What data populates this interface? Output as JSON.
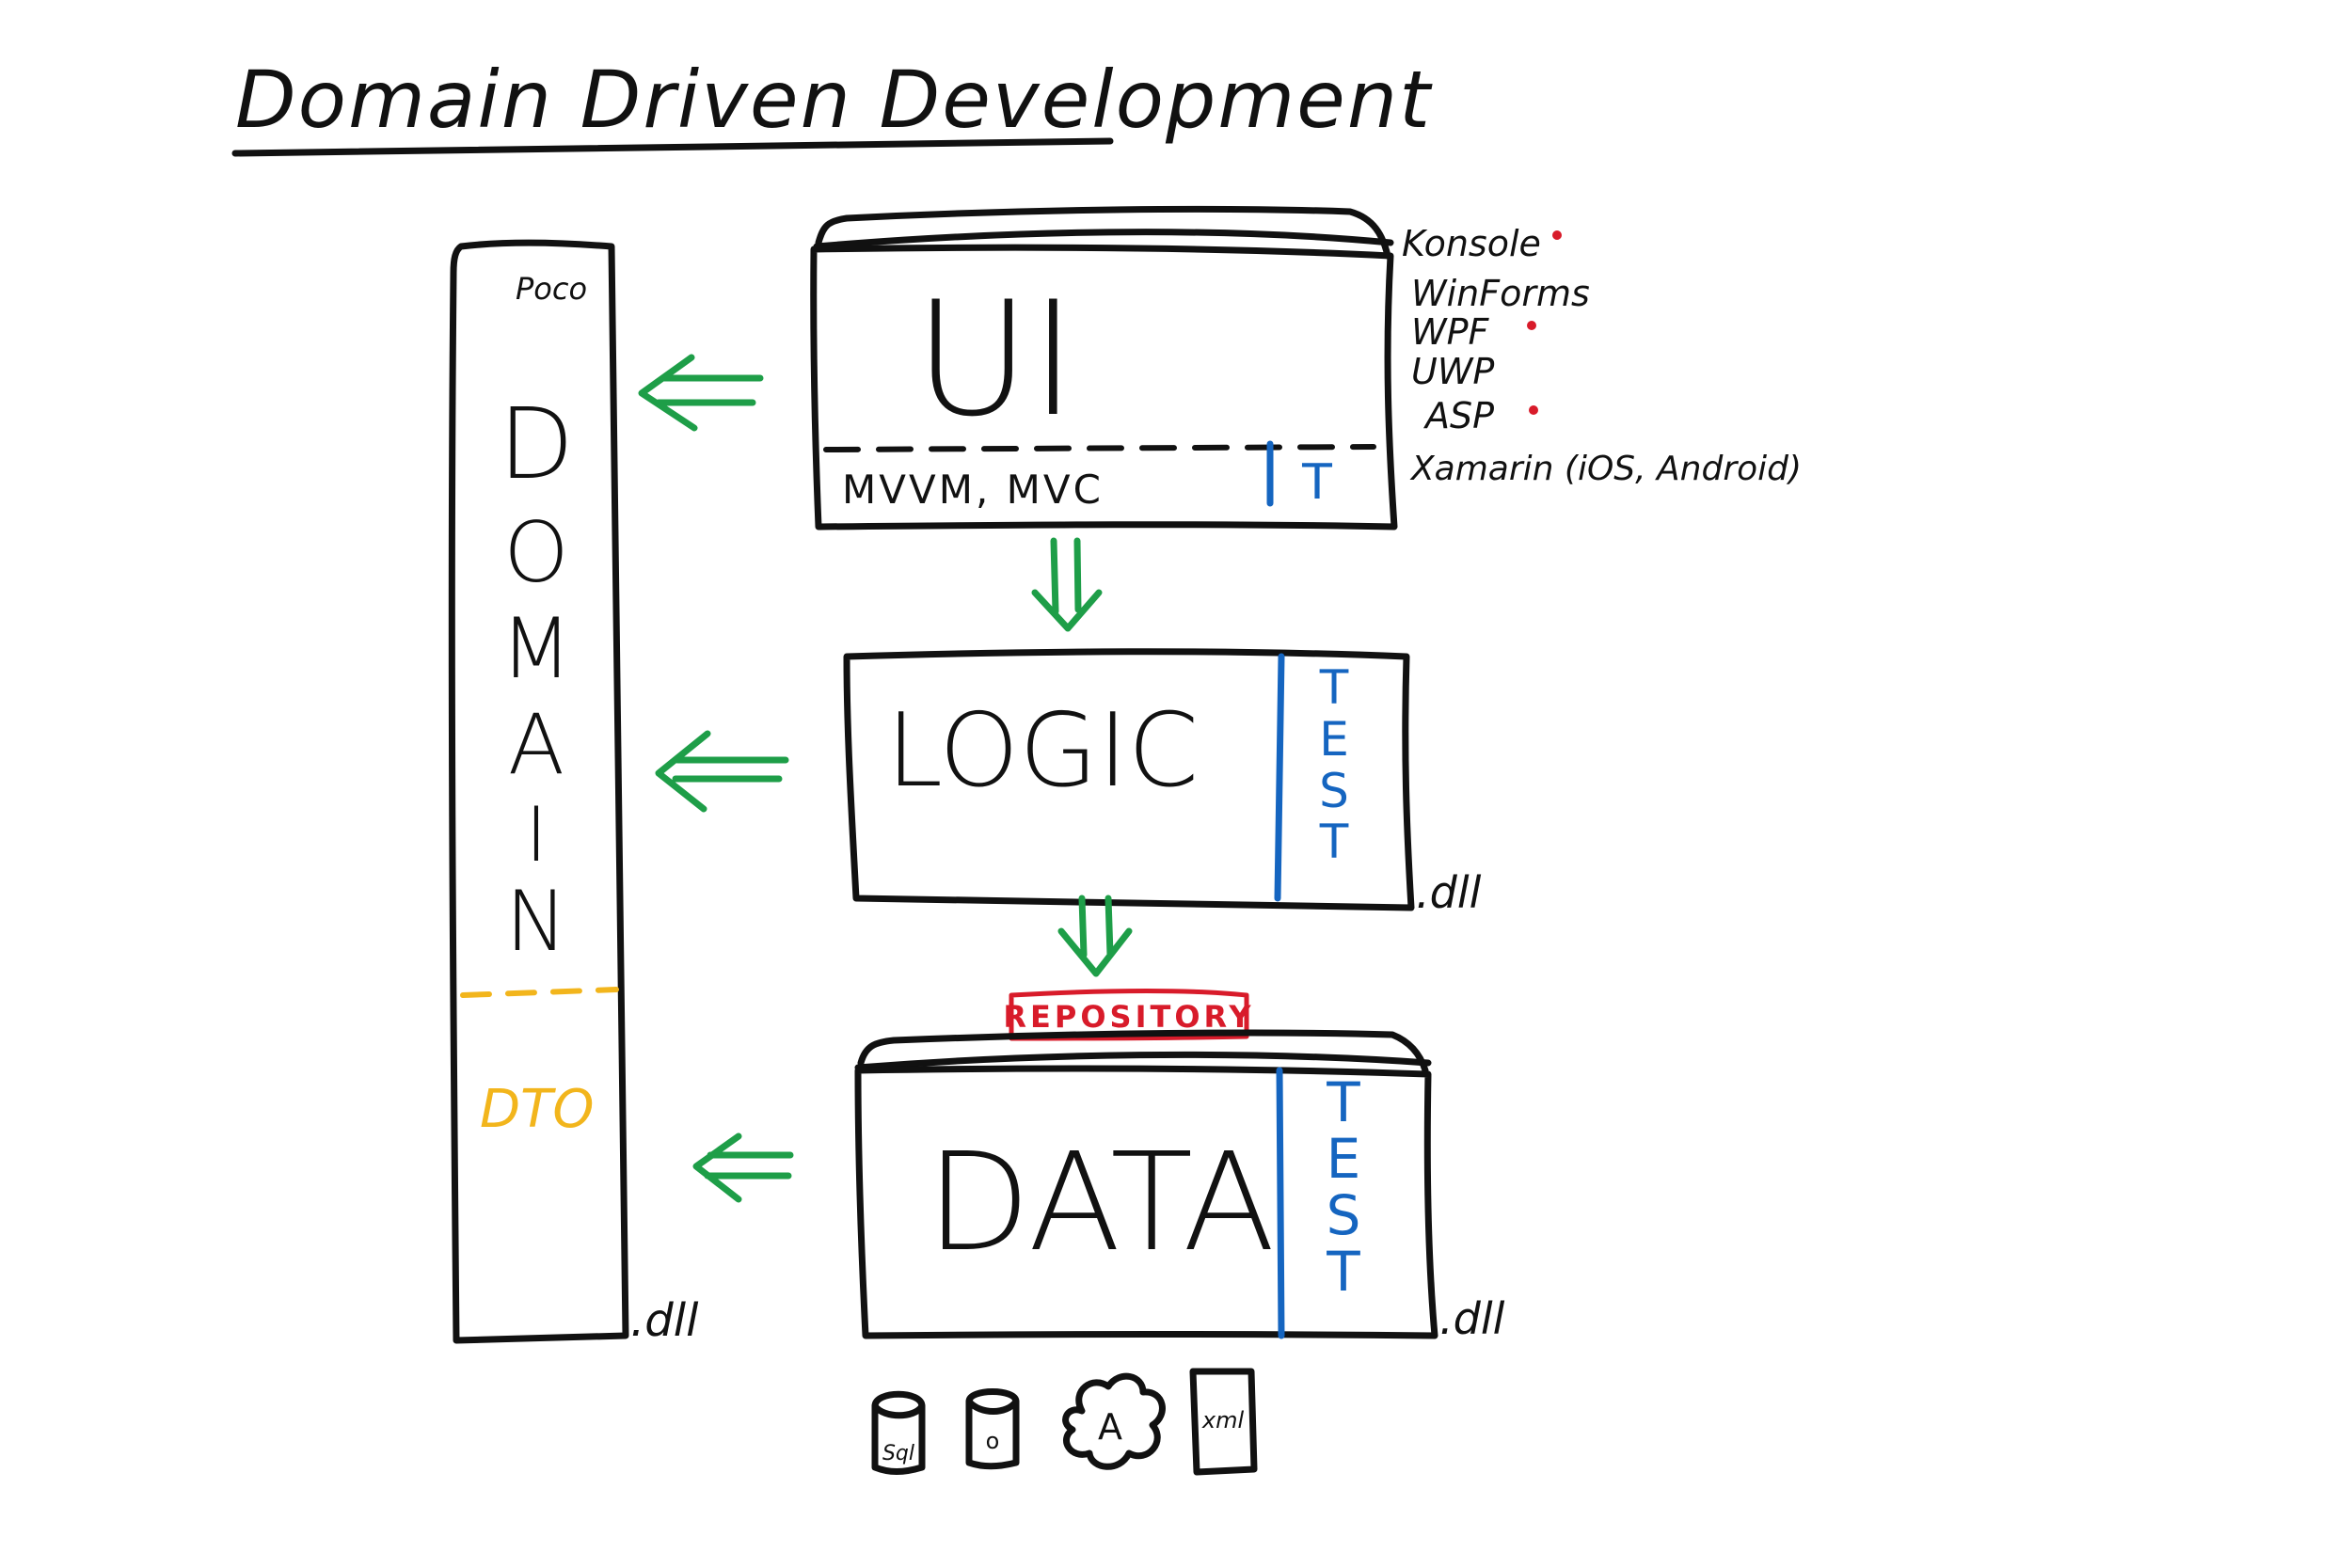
{
  "title": "Domain Driven Development",
  "colors": {
    "ink": "#111111",
    "arrow": "#1e9e48",
    "test": "#1565c0",
    "dto": "#f2b51c",
    "repository": "#d81b2a"
  },
  "domain": {
    "poco": "Poco",
    "letters": [
      "D",
      "O",
      "M",
      "A",
      "I",
      "N"
    ],
    "dto": "DTO",
    "dll": ".dll"
  },
  "ui": {
    "label": "UI",
    "patterns": "MVVM, MVC",
    "test": "T",
    "platforms": [
      {
        "name": "Konsole",
        "marked": true
      },
      {
        "name": "WinForms",
        "marked": false
      },
      {
        "name": "WPF",
        "marked": true
      },
      {
        "name": "UWP",
        "marked": false
      },
      {
        "name": "ASP",
        "marked": true
      },
      {
        "name": "Xamarin (iOS, Android)",
        "marked": false
      }
    ]
  },
  "logic": {
    "label": "LOGIC",
    "test": [
      "T",
      "E",
      "S",
      "T"
    ],
    "dll": ".dll"
  },
  "repository": "REPOSITORY",
  "data": {
    "label": "DATA",
    "test": [
      "T",
      "E",
      "S",
      "T"
    ],
    "dll": ".dll",
    "stores": [
      {
        "label": "Sql",
        "icon": "sql-database-icon"
      },
      {
        "label": "o",
        "icon": "database-icon"
      },
      {
        "label": "A",
        "icon": "azure-cloud-icon"
      },
      {
        "label": "xml",
        "icon": "xml-file-icon"
      }
    ]
  }
}
